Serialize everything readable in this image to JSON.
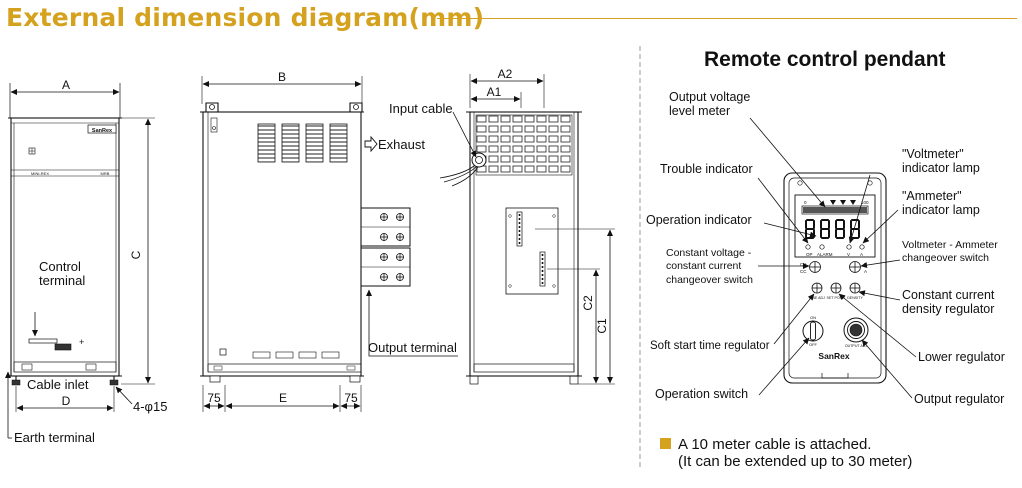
{
  "header": {
    "title": "External dimension diagram(mm)"
  },
  "front_view": {
    "dim_a": "A",
    "dim_c": "C",
    "dim_d": "D",
    "hole_note": "4-φ15",
    "brand_badge": "SanRex",
    "model_text": "MINI-REX",
    "model_code": "MRB",
    "labels": {
      "control_terminal_line1": "Control",
      "control_terminal_line2": "terminal",
      "cable_inlet": "Cable inlet",
      "earth_terminal": "Earth terminal"
    }
  },
  "side_view": {
    "dim_b": "B",
    "dim_e": "E",
    "dim_75_left": "75",
    "dim_75_right": "75",
    "exhaust_label": "Exhaust",
    "output_terminal_label": "Output terminal"
  },
  "rear_view": {
    "dim_a1": "A1",
    "dim_a2": "A2",
    "dim_c1": "C1",
    "dim_c2": "C2",
    "input_cable_label": "Input cable"
  },
  "remote": {
    "title": "Remote control pendant",
    "display_digits": "8888",
    "brand": "SanRex",
    "labels": {
      "output_voltage_meter_line1": "Output voltage",
      "output_voltage_meter_line2": "level meter",
      "trouble_indicator": "Trouble indicator",
      "voltmeter_lamp_line1": "\"Voltmeter\"",
      "voltmeter_lamp_line2": "indicator lamp",
      "ammeter_lamp_line1": "\"Ammeter\"",
      "ammeter_lamp_line2": "indicator lamp",
      "operation_indicator": "Operation indicator",
      "cv_cc_switch_line1": "Constant voltage -",
      "cv_cc_switch_line2": "constant current",
      "cv_cc_switch_line3": "changeover switch",
      "v_a_switch_line1": "Voltmeter - Ammeter",
      "v_a_switch_line2": "changeover switch",
      "current_density_line1": "Constant current",
      "current_density_line2": "density regulator",
      "soft_start": "Soft start time regulator",
      "lower_regulator": "Lower regulator",
      "operation_switch": "Operation switch",
      "output_regulator": "Output regulator"
    },
    "panel_marks": {
      "cv": "CV",
      "cc": "CC",
      "v": "V",
      "a": "A",
      "op": "OP",
      "alarm": "ALARM",
      "v_lamp": "V",
      "a_lamp": "A",
      "zero": "0",
      "hundred": "100",
      "fine_adj": "FINE ADJ",
      "set_point": "SET POINT",
      "density": "DENSITY",
      "on": "ON",
      "off": "OFF",
      "output_adj": "OUTPUT ADJ"
    }
  },
  "note": {
    "text_line1": "A 10 meter cable is attached.",
    "text_line2": "(It can be extended up to 30 meter)"
  },
  "colors": {
    "accent": "#d4a21e",
    "line": "#111111",
    "divider": "#999999"
  }
}
